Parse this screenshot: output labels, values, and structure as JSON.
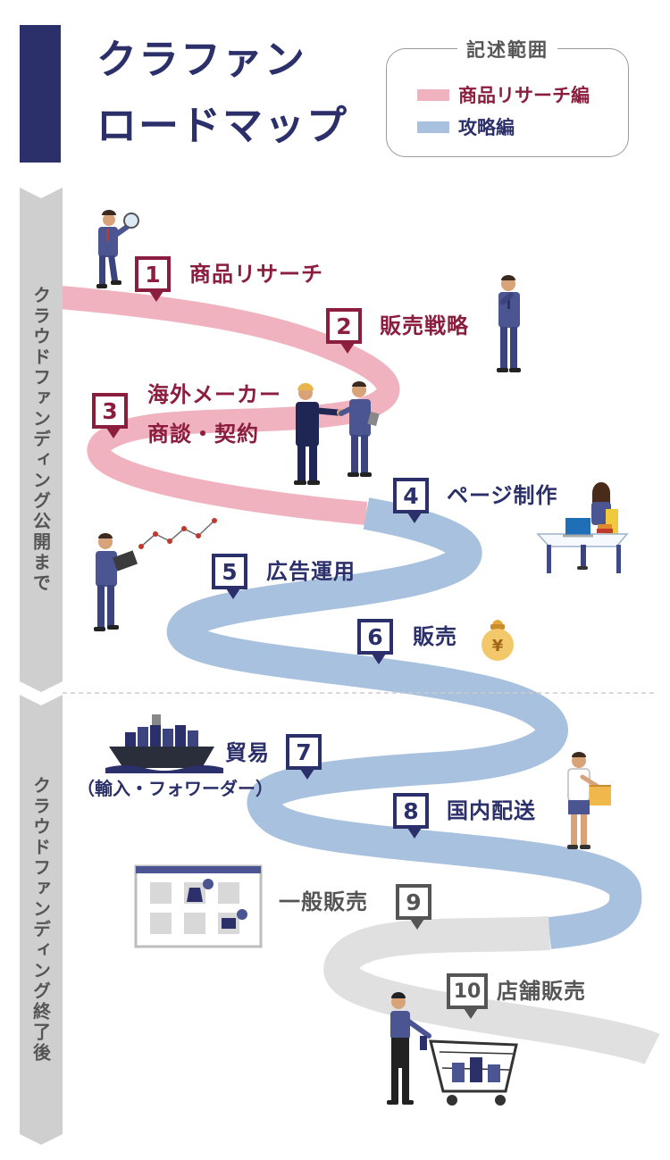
{
  "header": {
    "title_line1": "クラファン",
    "title_line2": "ロードマップ"
  },
  "legend": {
    "title": "記述範囲",
    "items": [
      {
        "label": "商品リサーチ編",
        "color": "#f1b2bf"
      },
      {
        "label": "攻略編",
        "color": "#a8c1de"
      }
    ]
  },
  "phases": [
    {
      "label": "クラウドファンディング公開まで"
    },
    {
      "label": "クラウドファンディング終了後"
    }
  ],
  "steps": [
    {
      "number": "1",
      "label": "商品リサーチ",
      "category": "商品リサーチ編"
    },
    {
      "number": "2",
      "label": "販売戦略",
      "category": "商品リサーチ編"
    },
    {
      "number": "3",
      "label_line1": "海外メーカー",
      "label_line2": "商談・契約",
      "category": "商品リサーチ編"
    },
    {
      "number": "4",
      "label": "ページ制作",
      "category": "攻略編"
    },
    {
      "number": "5",
      "label": "広告運用",
      "category": "攻略編"
    },
    {
      "number": "6",
      "label": "販売",
      "category": "攻略編"
    },
    {
      "number": "7",
      "label": "貿易",
      "sublabel": "（輸入・フォワーダー）",
      "category": "攻略編"
    },
    {
      "number": "8",
      "label": "国内配送",
      "category": "攻略編"
    },
    {
      "number": "9",
      "label": "一般販売",
      "category": "範囲外"
    },
    {
      "number": "10",
      "label": "店舗販売",
      "category": "範囲外"
    }
  ],
  "colors": {
    "navy": "#2b2f6a",
    "maroon": "#8b1e3f",
    "pink_road": "#f1b2bf",
    "blue_road": "#a8c1de",
    "gray_road": "#e0e0e0"
  },
  "icons": [
    "magnifier-businessman-icon",
    "thinking-businessman-icon",
    "handshake-icon",
    "laptop-desk-woman-icon",
    "laptop-trend-chart-icon",
    "yen-money-bag-icon",
    "cargo-ship-icon",
    "delivery-man-box-icon",
    "online-store-window-icon",
    "shopping-cart-woman-icon"
  ]
}
